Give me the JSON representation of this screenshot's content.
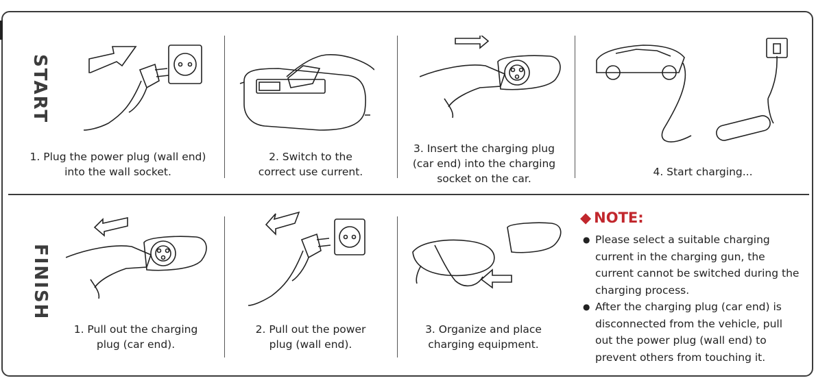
{
  "start_label": "START",
  "finish_label": "FINISH",
  "start_steps": [
    {
      "caption_lines": [
        "1. Plug the power plug (wall end)",
        "into the wall socket."
      ]
    },
    {
      "caption_lines": [
        "2. Switch to the",
        "correct use current."
      ]
    },
    {
      "caption_lines": [
        "3. Insert the charging plug",
        "(car end) into the charging",
        "socket on the car."
      ]
    },
    {
      "caption_lines": [
        "4. Start charging..."
      ]
    }
  ],
  "finish_steps": [
    {
      "caption_lines": [
        "1. Pull out the charging",
        "plug (car end)."
      ]
    },
    {
      "caption_lines": [
        "2. Pull out the power",
        "plug (wall end)."
      ]
    },
    {
      "caption_lines": [
        "3. Organize and place",
        "charging equipment."
      ]
    }
  ],
  "note": {
    "title": "NOTE:",
    "items": [
      "Please select a suitable charging current in the charging gun, the current cannot be switched during the charging process.",
      "After the charging plug (car end) is disconnected from the vehicle, pull out the power plug (wall end) to prevent others from touching it."
    ]
  },
  "colors": {
    "note_title": "#c1272d",
    "line": "#3a3a3a"
  }
}
